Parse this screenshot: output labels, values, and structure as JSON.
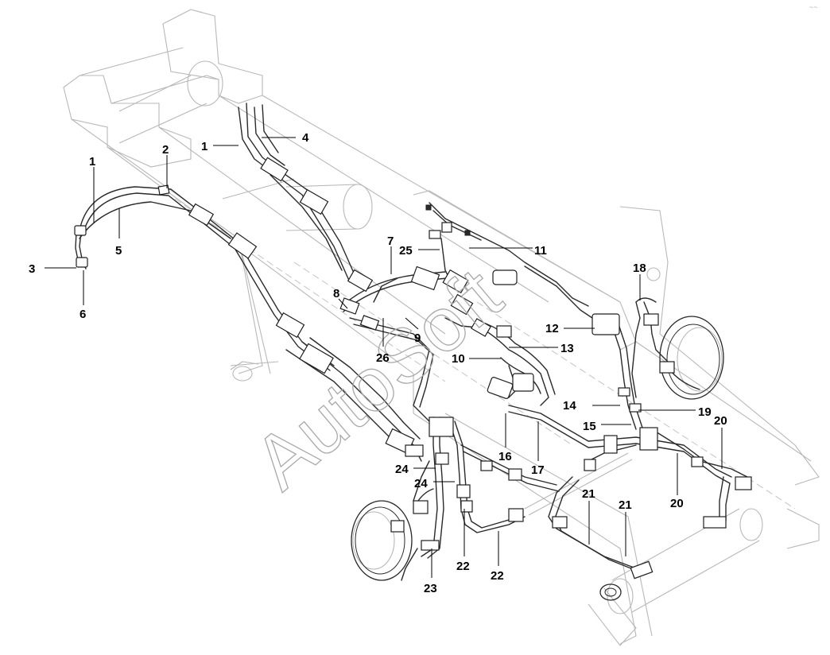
{
  "watermark": "AutoSoft",
  "corner_mark": "~~",
  "callouts": [
    "1",
    "2",
    "3",
    "4",
    "5",
    "6",
    "1",
    "7",
    "8",
    "9",
    "10",
    "11",
    "12",
    "13",
    "14",
    "15",
    "16",
    "17",
    "18",
    "19",
    "20",
    "20",
    "21",
    "21",
    "22",
    "22",
    "23",
    "24",
    "24",
    "25",
    "26"
  ]
}
